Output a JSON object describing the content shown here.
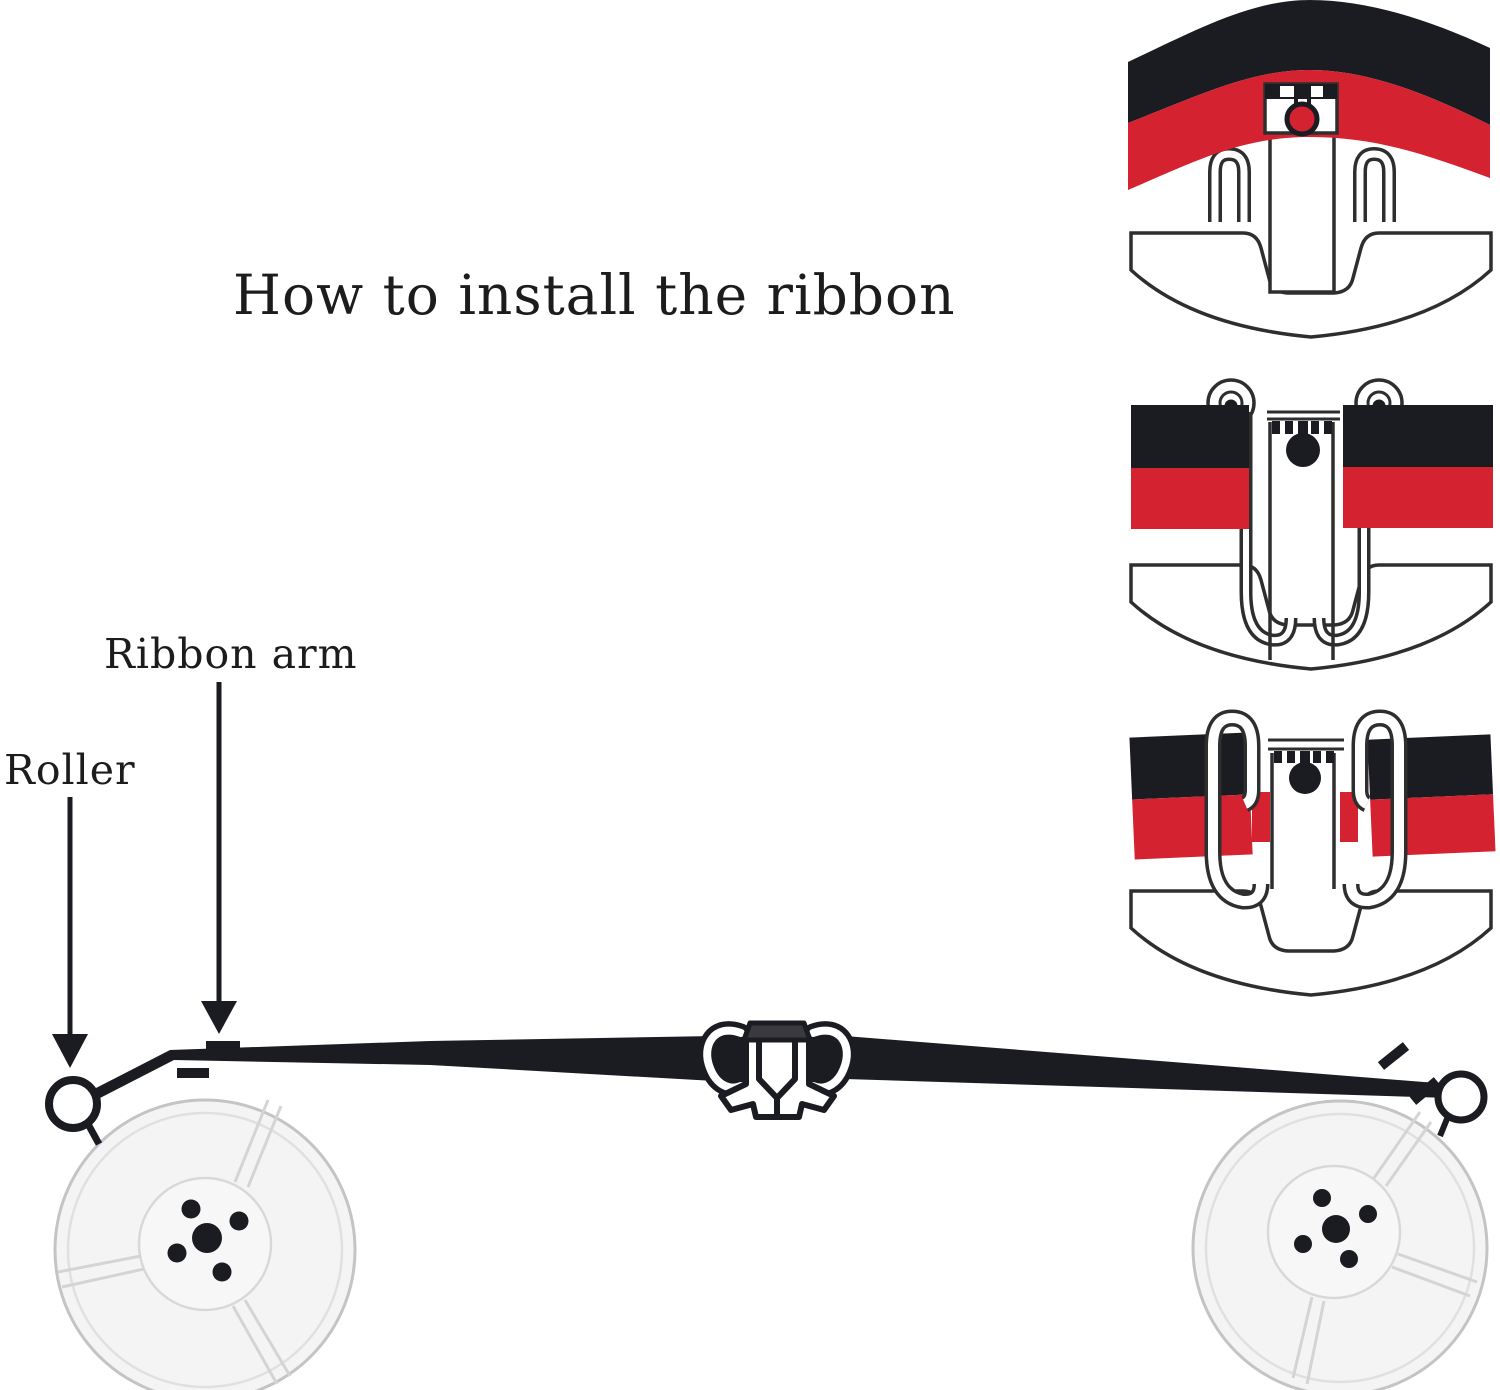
{
  "title": "How to install the ribbon",
  "labels": {
    "ribbon_arm": "Ribbon arm",
    "roller": "Roller"
  },
  "colors": {
    "ink": "#1b1b22",
    "ribbon_red": "#d42230",
    "outline": "#2e2e2e",
    "cap_gray": "#3a3a3e",
    "spool_fill": "#f4f4f4",
    "spool_edge": "#c4c4c4"
  }
}
